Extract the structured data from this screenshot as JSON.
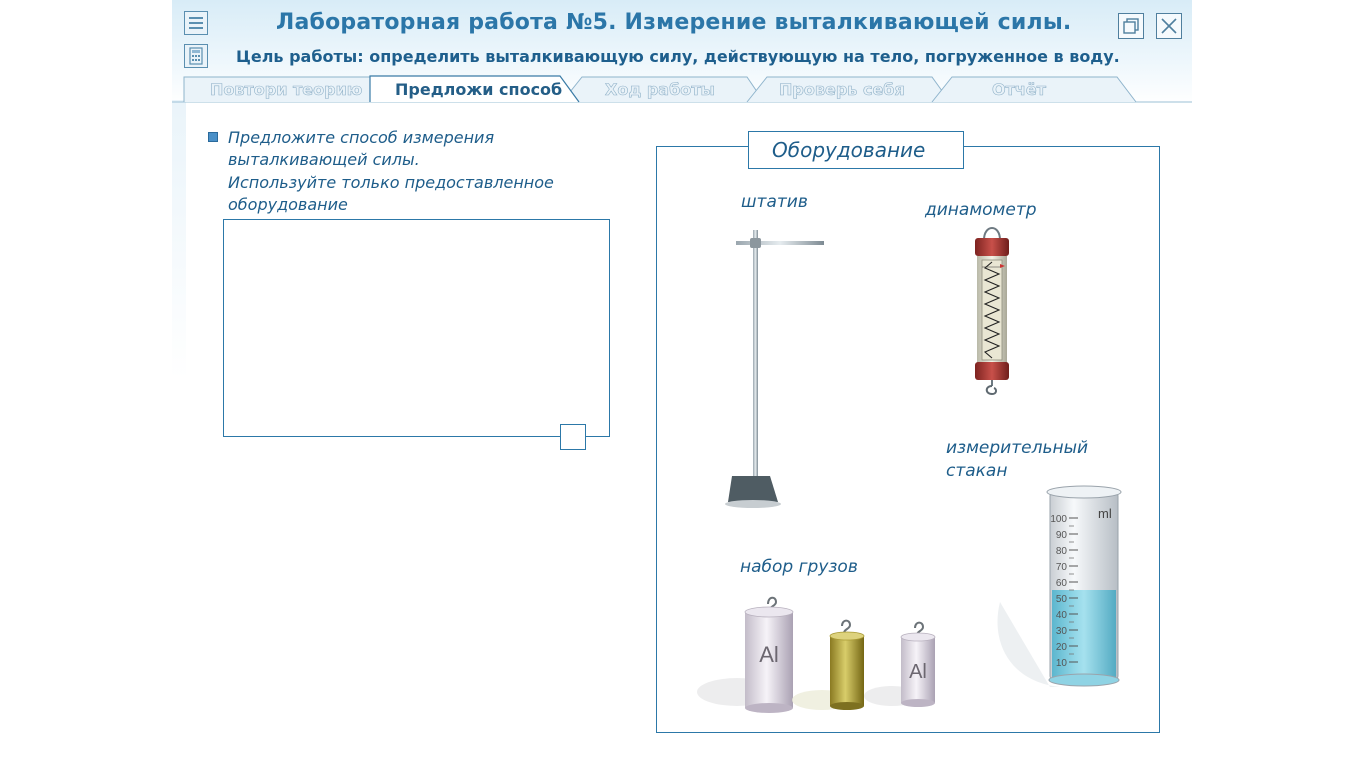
{
  "header": {
    "title": "Лабораторная работа №5.  Измерение выталкивающей силы.",
    "goal": "Цель работы: определить выталкивающую силу, действующую на тело, погруженное в воду."
  },
  "icons": {
    "menu": "menu-icon",
    "calculator": "calculator-icon",
    "restore": "restore-window-icon",
    "close": "close-icon"
  },
  "tabs": [
    {
      "label": "Повтори теорию",
      "active": false
    },
    {
      "label": "Предложи способ",
      "active": true
    },
    {
      "label": "Ход работы",
      "active": false
    },
    {
      "label": "Проверь себя",
      "active": false
    },
    {
      "label": "Отчёт",
      "active": false
    }
  ],
  "task": {
    "lines": [
      "Предложите способ измерения",
      "выталкивающей силы.",
      "Используйте  только предоставленное",
      "оборудование"
    ],
    "answer_value": ""
  },
  "equipment": {
    "title": "Оборудование",
    "stand": "штатив",
    "dynamometer": "динамометр",
    "beaker_line1": "измерительный",
    "beaker_line2": "стакан",
    "weights": "набор грузов",
    "beaker_unit": "ml",
    "beaker_scale": [
      "100",
      "90",
      "80",
      "70",
      "60",
      "50",
      "40",
      "30",
      "20",
      "10"
    ],
    "beaker_water_ml": 55,
    "weight_material": "Al"
  },
  "colors": {
    "accent": "#2b76a8",
    "text": "#1e5d8a",
    "border": "#2c78a8",
    "water": "#6cc7dd"
  }
}
